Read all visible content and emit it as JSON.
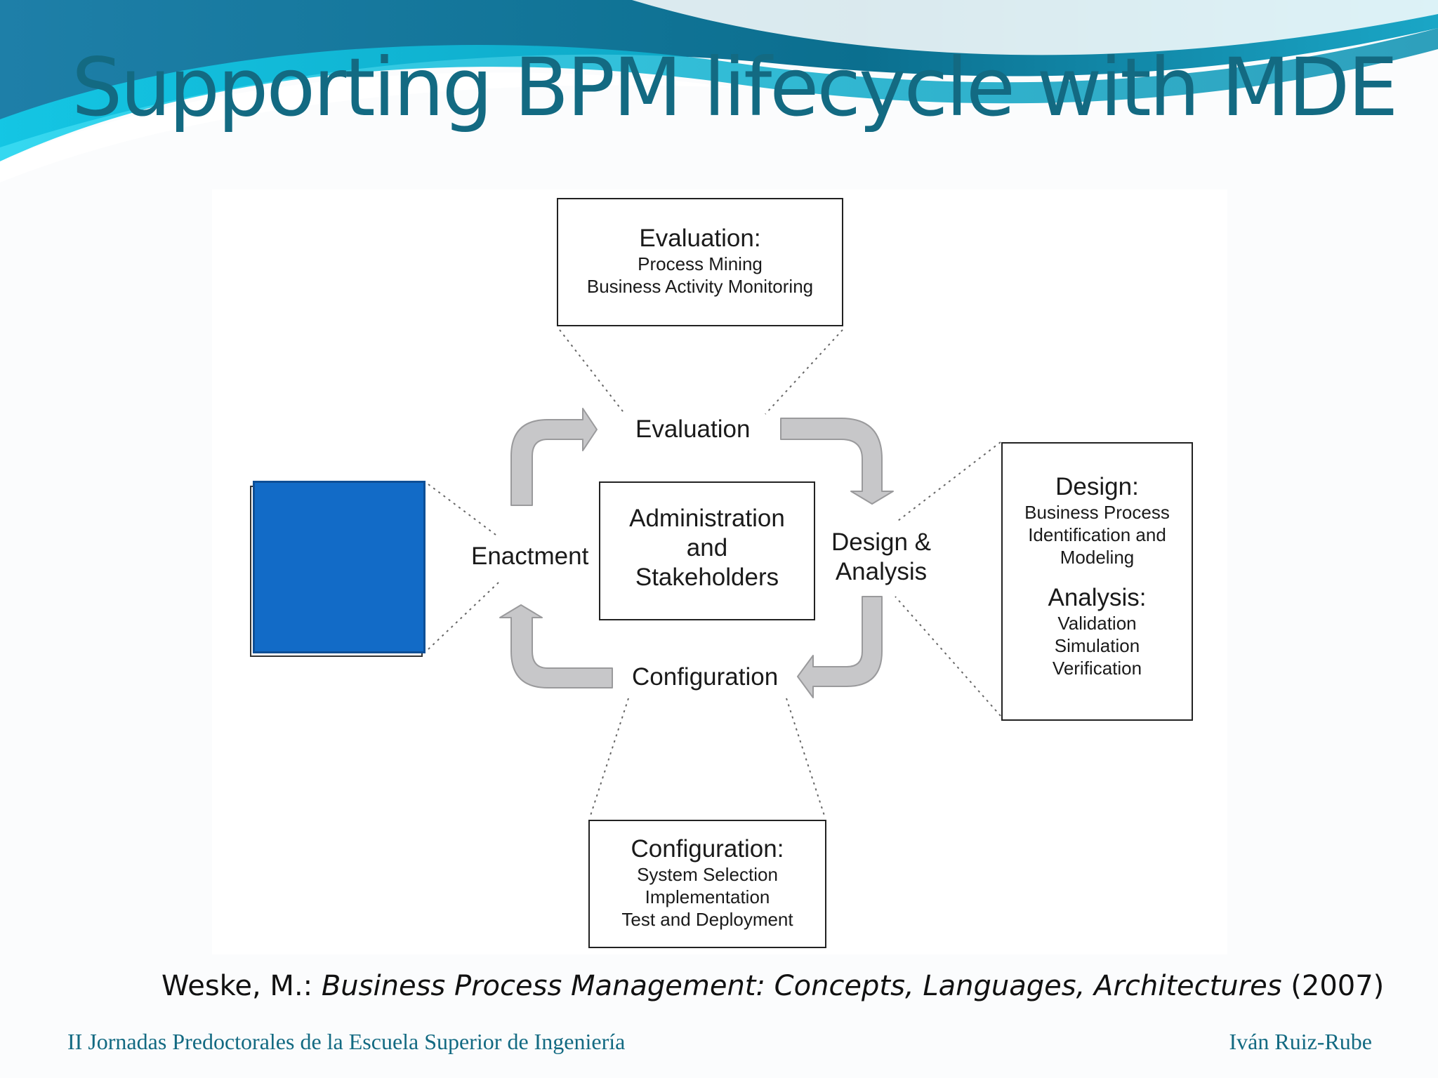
{
  "title": "Supporting BPM lifecycle with MDE",
  "diagram": {
    "evaluation_box": {
      "heading": "Evaluation:",
      "lines": [
        "Process Mining",
        "Business Activity Monitoring"
      ]
    },
    "design_box": {
      "heading": "Design:",
      "lines": [
        "Business Process",
        "Identification and",
        "Modeling"
      ],
      "heading2": "Analysis:",
      "lines2": [
        "Validation",
        "Simulation",
        "Verification"
      ]
    },
    "configuration_box": {
      "heading": "Configuration:",
      "lines": [
        "System Selection",
        "Implementation",
        "Test and Deployment"
      ]
    },
    "center_box": {
      "lines": [
        "Administration",
        "and",
        "Stakeholders"
      ]
    },
    "stages": {
      "evaluation": "Evaluation",
      "design_analysis": [
        "Design &",
        "Analysis"
      ],
      "configuration": "Configuration",
      "enactment": "Enactment"
    },
    "colors": {
      "arrow_fill": "#c7c7c9",
      "arrow_stroke": "#9a9a9c",
      "placeholder_box": "#126bc7"
    }
  },
  "citation": {
    "author": "Weske, M.: ",
    "book": "Business Process Management: Concepts, Languages, Architectures",
    "year": " (2007)"
  },
  "footer": {
    "left": "II Jornadas Predoctorales de la Escuela Superior de Ingeniería",
    "right": "Iván Ruiz-Rube"
  },
  "theme": {
    "title_color": "#136a82",
    "wave_colors": [
      "#0b6f8f",
      "#1ba8c9",
      "#33c8dc"
    ]
  }
}
